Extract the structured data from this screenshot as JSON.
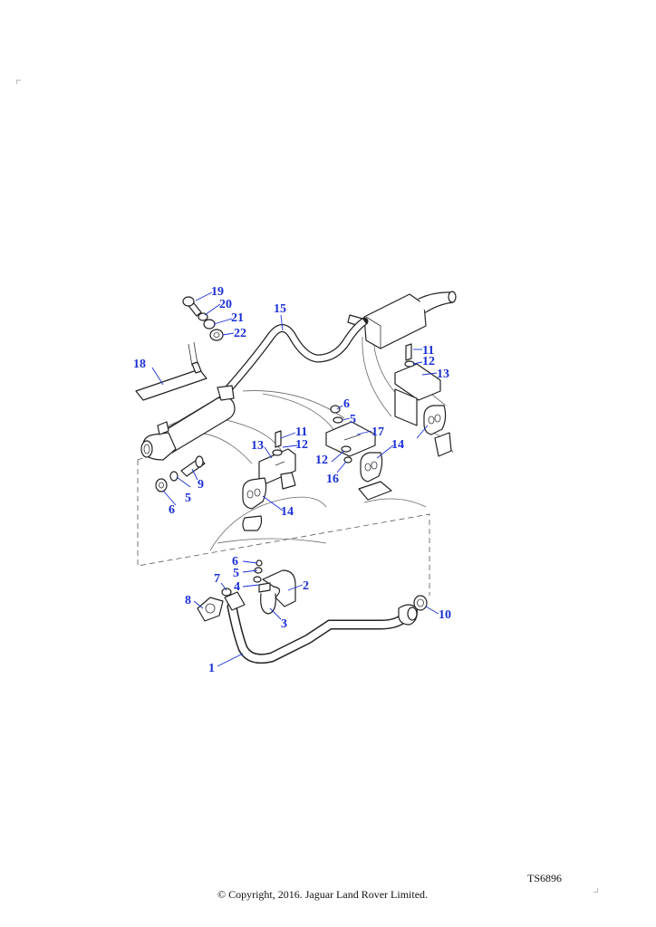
{
  "diagram": {
    "reference_code": "TS6896",
    "copyright": "© Copyright, 2016. Jaguar Land Rover Limited.",
    "callouts": [
      "1",
      "2",
      "3",
      "4",
      "5",
      "5",
      "5",
      "6",
      "6",
      "6",
      "7",
      "8",
      "9",
      "10",
      "11",
      "11",
      "12",
      "12",
      "12",
      "13",
      "13",
      "14",
      "14",
      "15",
      "16",
      "17",
      "18",
      "19",
      "20",
      "21",
      "22"
    ]
  },
  "colors": {
    "callout": "#1a2fd6",
    "line_art": "#222222"
  }
}
